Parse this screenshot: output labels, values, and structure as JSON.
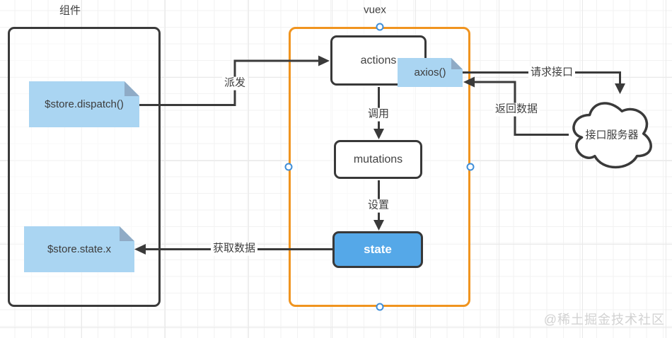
{
  "colors": {
    "accent_orange": "#F0941F",
    "note_blue": "#AAD5F2",
    "note_fold_blue": "#8FABC6",
    "state_blue": "#55A8E8",
    "stroke_dark": "#3A3A3A",
    "handle_blue": "#3E8ED9",
    "watermark_gray": "#D2D2D2"
  },
  "component": {
    "label": "组件",
    "dispatch_note": "$store.dispatch()",
    "state_note": "$store.state.x"
  },
  "vuex": {
    "label": "vuex",
    "actions": "actions",
    "mutations": "mutations",
    "state": "state",
    "axios_note": "axios()"
  },
  "server": {
    "label": "接口服务器"
  },
  "edge_labels": {
    "dispatch": "派发",
    "call": "调用",
    "set": "设置",
    "get_data": "获取数据",
    "request_api": "请求接口",
    "return_data": "返回数据"
  },
  "watermark": "@稀土掘金技术社区"
}
